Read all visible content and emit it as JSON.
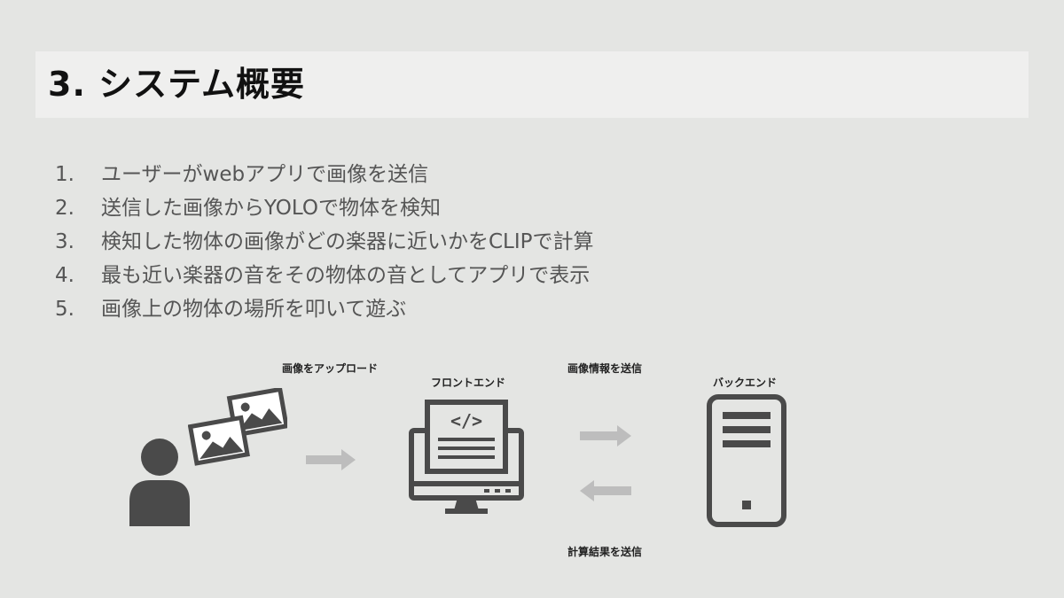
{
  "slide": {
    "title": "3. システム概要"
  },
  "steps": [
    {
      "num": "1.",
      "text": "ユーザーがwebアプリで画像を送信"
    },
    {
      "num": "2.",
      "text": "送信した画像からYOLOで物体を検知"
    },
    {
      "num": "3.",
      "text": "検知した物体の画像がどの楽器に近いかをCLIPで計算"
    },
    {
      "num": "4.",
      "text": "最も近い楽器の音をその物体の音としてアプリで表示"
    },
    {
      "num": "5.",
      "text": "画像上の物体の場所を叩いて遊ぶ"
    }
  ],
  "diagram": {
    "upload_label": "画像をアップロード",
    "frontend_label": "フロントエンド",
    "send_info_label": "画像情報を送信",
    "backend_label": "バックエンド",
    "return_label": "計算結果を送信",
    "code_symbol": "</>"
  },
  "colors": {
    "icon": "#4a4a4a",
    "arrow": "#bdbdbd"
  }
}
